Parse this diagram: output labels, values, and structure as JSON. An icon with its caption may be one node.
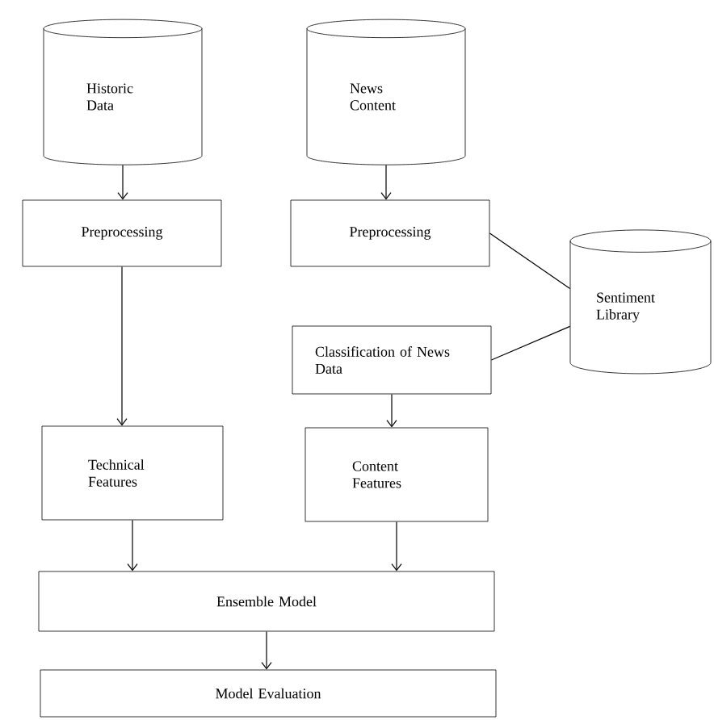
{
  "diagram": {
    "nodes": [
      {
        "text": [
          "Historic Data"
        ]
      },
      {
        "text": [
          "News Content"
        ]
      },
      {
        "text": [
          "Preprocessing"
        ]
      },
      {
        "text": [
          "Preprocessing"
        ]
      },
      {
        "text": [
          "Sentiment Library"
        ]
      },
      {
        "text": [
          "Classification of News Data"
        ]
      },
      {
        "text": [
          "Technical Features"
        ]
      },
      {
        "text": [
          "Content Features"
        ]
      },
      {
        "text": [
          "Ensemble Model"
        ]
      },
      {
        "text": [
          "Model Evaluation"
        ]
      }
    ],
    "edges": [
      {
        "from": 0,
        "to": 2,
        "arrow": "to"
      },
      {
        "from": 1,
        "to": 3,
        "arrow": "to"
      },
      {
        "from": 3,
        "to": 4,
        "arrow": "none"
      },
      {
        "from": 5,
        "to": 4,
        "arrow": "none"
      },
      {
        "from": 2,
        "to": 6,
        "arrow": "to"
      },
      {
        "from": 5,
        "to": 7,
        "arrow": "to"
      },
      {
        "from": 6,
        "to": 8,
        "arrow": "to"
      },
      {
        "from": 7,
        "to": 8,
        "arrow": "to"
      },
      {
        "from": 8,
        "to": 9,
        "arrow": "to"
      }
    ]
  }
}
